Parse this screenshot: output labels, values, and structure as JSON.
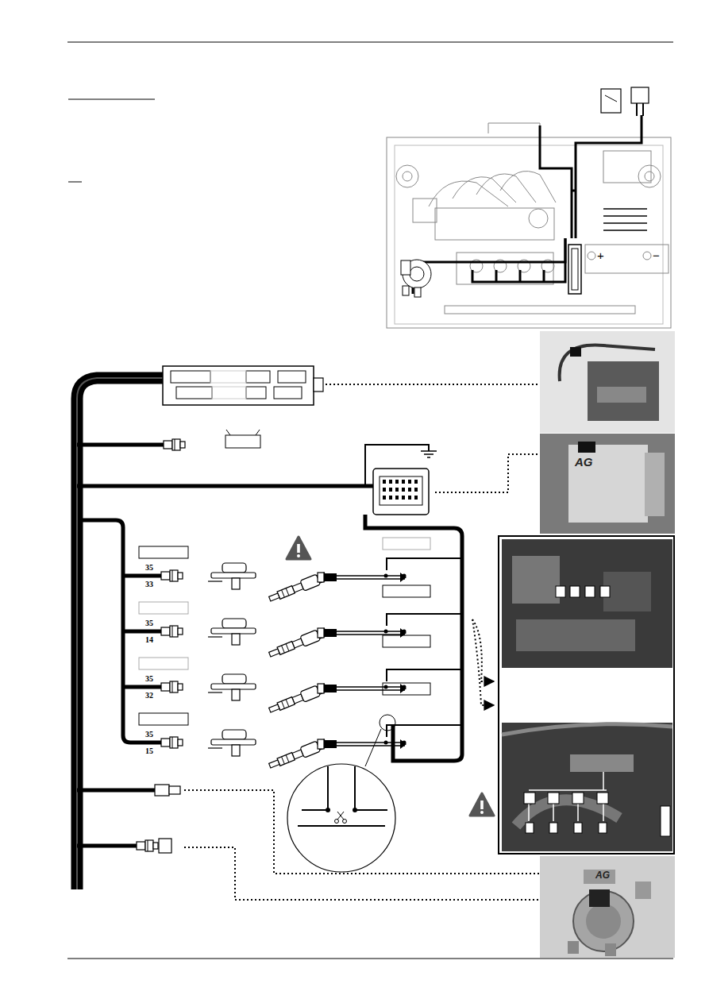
{
  "diagram": {
    "labels": [
      "35",
      "33",
      "35",
      "14",
      "35",
      "32",
      "35",
      "15",
      "+",
      "−",
      "AG",
      "AG"
    ]
  }
}
